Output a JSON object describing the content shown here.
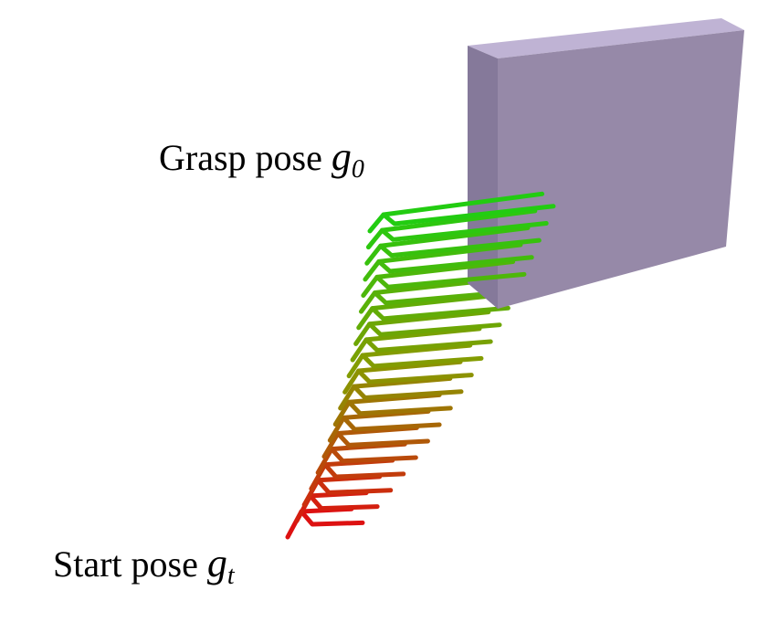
{
  "labels": {
    "grasp": {
      "text": "Grasp pose",
      "symbol": "g",
      "subscript": "0"
    },
    "start": {
      "text": "Start pose",
      "symbol": "g",
      "subscript": "t"
    }
  },
  "colors": {
    "box_front": "#9689a8",
    "box_top": "#bfb3d4",
    "box_side": "#85799a",
    "gripper_start": "#dd1111",
    "gripper_mid": "#889900",
    "gripper_end": "#22cc11"
  },
  "diagram": {
    "object": "cuboid obstacle",
    "gripper_count": 20
  }
}
